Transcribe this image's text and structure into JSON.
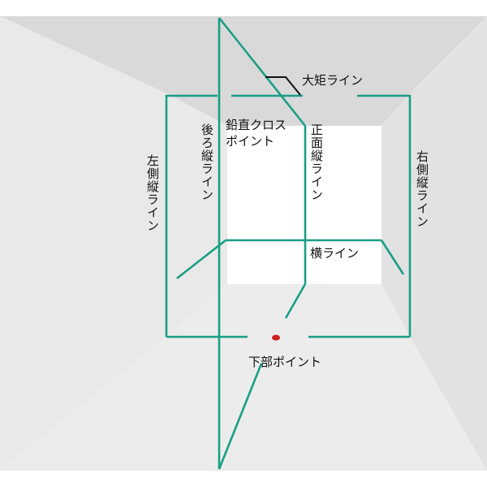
{
  "colors": {
    "laser_line": "#1a9e86",
    "point_marker": "#cc1f1f",
    "wall_left": "#e9e9e9",
    "wall_right": "#e2e2e2",
    "ceiling": "#d9d9d9",
    "floor": "#ececec",
    "back_wall": "#ffffff"
  },
  "labels": {
    "ceiling_right_angle": "大矩ライン",
    "plumb_cross_point_line1": "鉛直クロス",
    "plumb_cross_point_line2": "ポイント",
    "rear_vertical": "後ろ縦ライン",
    "front_vertical": "正面縦ライン",
    "left_vertical": "左側縦ライン",
    "right_vertical": "右側縦ライン",
    "horizontal": "横ライン",
    "bottom_point": "下部ポイント"
  }
}
